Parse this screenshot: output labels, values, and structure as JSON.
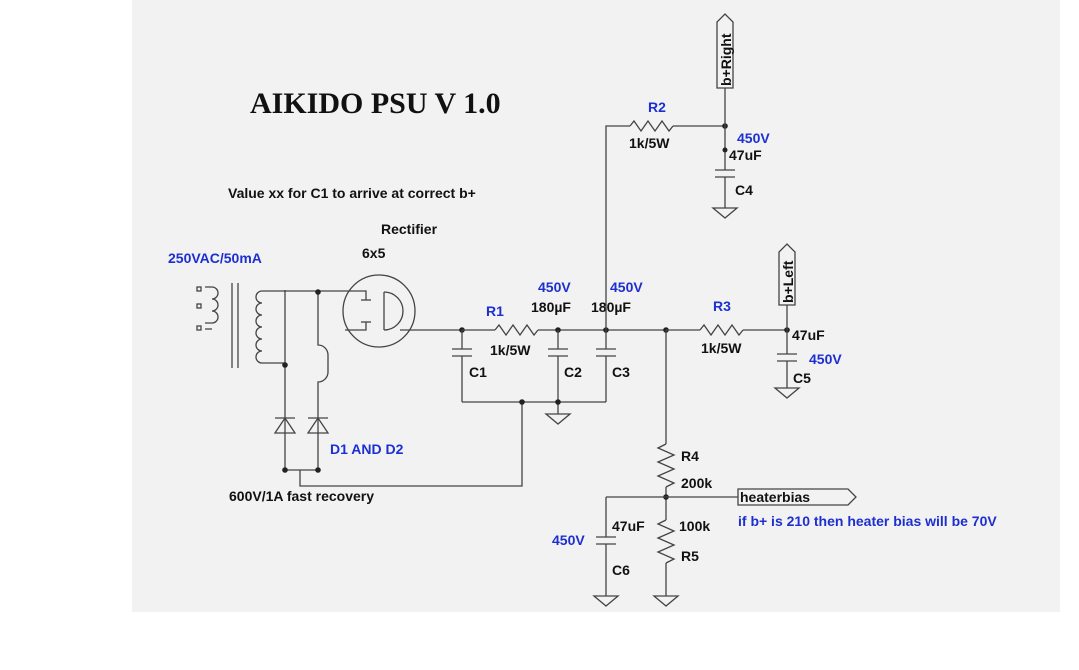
{
  "title": "AIKIDO PSU V 1.0",
  "note_c1": "Value xx for C1 to arrive at correct b+",
  "transformer": {
    "rating": "250VAC/50mA"
  },
  "rectifier": {
    "label": "Rectifier",
    "tube": "6x5"
  },
  "diodes": {
    "label": "D1 AND D2",
    "rating": "600V/1A fast recovery"
  },
  "r1": {
    "name": "R1",
    "value": "1k/5W"
  },
  "r2": {
    "name": "R2",
    "value": "1k/5W"
  },
  "r3": {
    "name": "R3",
    "value": "1k/5W"
  },
  "r4": {
    "name": "R4",
    "value": "200k"
  },
  "r5": {
    "name": "R5",
    "value": "100k"
  },
  "c1": {
    "name": "C1"
  },
  "c2": {
    "name": "C2",
    "voltage": "450V",
    "capacitance": "180µF"
  },
  "c3": {
    "name": "C3",
    "voltage": "450V",
    "capacitance": "180µF"
  },
  "c4": {
    "name": "C4",
    "voltage": "450V",
    "capacitance": "47uF"
  },
  "c5": {
    "name": "C5",
    "voltage": "450V",
    "capacitance": "47uF"
  },
  "c6": {
    "name": "C6",
    "voltage": "450V",
    "capacitance": "47uF"
  },
  "flags": {
    "b_right": "b+Right",
    "b_left": "b+Left",
    "heaterbias": "heaterbias"
  },
  "note_heater": "if b+ is 210 then heater bias will be 70V",
  "colors": {
    "background": "#f2f2f2",
    "wire": "#444444",
    "annotation": "#1d2fd0"
  }
}
